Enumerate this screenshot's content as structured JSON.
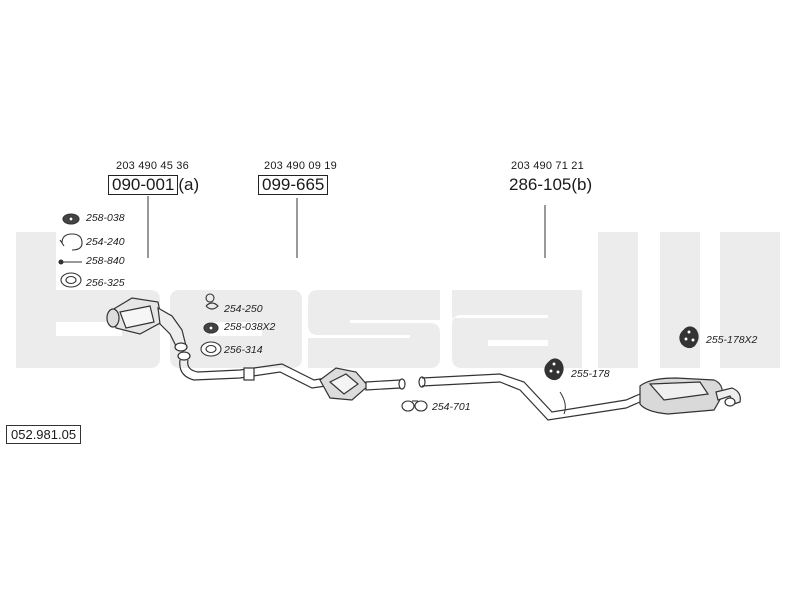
{
  "brand": {
    "watermark": "bosal",
    "watermark_color": "#ececec"
  },
  "diagram_ref": "052.981.05",
  "groups": [
    {
      "oe_number": "203 490 45 36",
      "part_number": "090-001",
      "suffix": "(a)",
      "boxed": true
    },
    {
      "oe_number": "203 490 09 19",
      "part_number": "099-665",
      "suffix": "",
      "boxed": true
    },
    {
      "oe_number": "203 490 71 21",
      "part_number": "286-105",
      "suffix": "(b)",
      "boxed": false
    }
  ],
  "fittings": [
    {
      "code": "258-038",
      "icon": "rubber-hanger-icon"
    },
    {
      "code": "254-240",
      "icon": "clamp-icon"
    },
    {
      "code": "258-840",
      "icon": "bolt-icon"
    },
    {
      "code": "256-325",
      "icon": "gasket-ring-icon"
    },
    {
      "code": "254-250",
      "icon": "spring-clamp-icon"
    },
    {
      "code": "258-038X2",
      "icon": "rubber-hanger-icon"
    },
    {
      "code": "256-314",
      "icon": "gasket-ring-icon"
    },
    {
      "code": "254-701",
      "icon": "pipe-clamp-icon"
    },
    {
      "code": "255-178",
      "icon": "rubber-mount-icon"
    },
    {
      "code": "255-178X2",
      "icon": "rubber-mount-icon"
    }
  ]
}
